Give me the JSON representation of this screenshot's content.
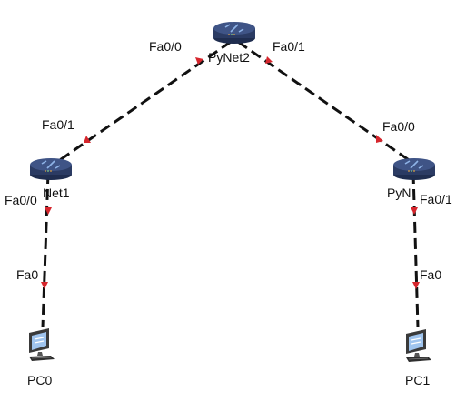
{
  "colors": {
    "link": "#111111",
    "port_marker": "#d6262d",
    "router_body": "#2b3b63",
    "router_top": "#3f5486",
    "router_accent": "#8fb4e8",
    "pc_body": "#3a3a3a",
    "pc_screen": "#9fc4ee"
  },
  "devices": {
    "router_center": {
      "name": "PyNet2",
      "icon": "router-icon"
    },
    "router_left": {
      "name": "Net1",
      "icon": "router-icon"
    },
    "router_right": {
      "name": "PyN",
      "icon": "router-icon"
    },
    "pc_left": {
      "name": "PC0",
      "icon": "pc-icon"
    },
    "pc_right": {
      "name": "PC1",
      "icon": "pc-icon"
    }
  },
  "ports": {
    "center_left": "Fa0/0",
    "center_right": "Fa0/1",
    "left_up": "Fa0/1",
    "left_down": "Fa0/0",
    "right_up": "Fa0/0",
    "right_down": "Fa0/1",
    "pc0": "Fa0",
    "pc1": "Fa0"
  }
}
